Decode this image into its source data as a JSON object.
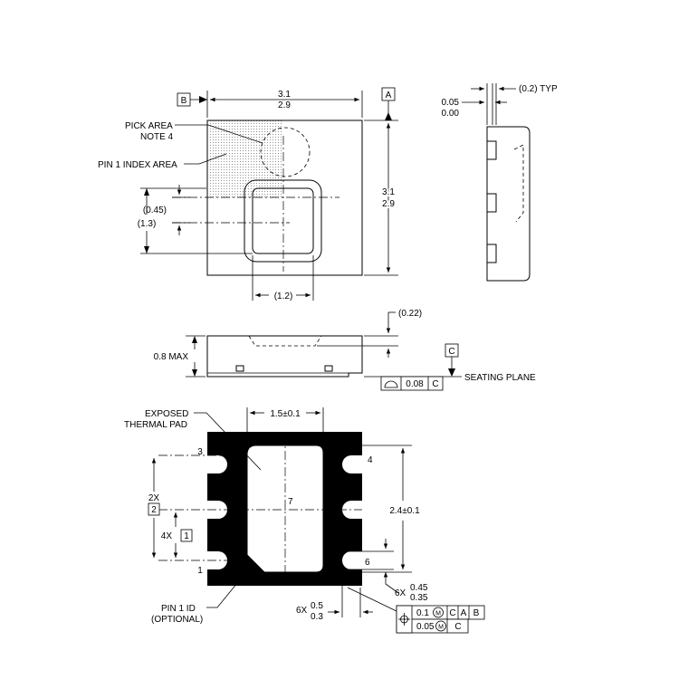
{
  "top_view": {
    "datum_b": "B",
    "datum_a": "A",
    "width_max": "3.1",
    "width_min": "2.9",
    "height_max": "3.1",
    "height_min": "2.9",
    "pick_area_line1": "PICK AREA",
    "pick_area_line2": "NOTE 4",
    "pin1_index_area": "PIN 1 INDEX AREA",
    "dim_045": "(0.45)",
    "dim_13": "(1.3)",
    "dim_12": "(1.2)"
  },
  "side_view": {
    "dim_005": "0.05",
    "dim_000": "0.00",
    "dim_02_typ": "(0.2) TYP"
  },
  "front_view": {
    "height_max": "0.8 MAX",
    "dim_022": "(0.22)",
    "datum_c": "C",
    "seating_plane": "SEATING PLANE",
    "flatness_value": "0.08",
    "flatness_datum": "C"
  },
  "bottom_view": {
    "exposed_pad_line1": "EXPOSED",
    "exposed_pad_line2": "THERMAL PAD",
    "pad_width": "1.5±0.1",
    "pad_height": "2.4±0.1",
    "pin_labels": [
      "3",
      "4",
      "7",
      "1",
      "6"
    ],
    "two_x": "2X",
    "datum_2": "2",
    "four_x": "4X",
    "datum_1": "1",
    "pin1_id_line1": "PIN 1 ID",
    "pin1_id_line2": "(OPTIONAL)",
    "six_x_a": "6X",
    "lead_len_max": "0.45",
    "lead_len_min": "0.35",
    "six_x_b": "6X",
    "lead_w_max": "0.5",
    "lead_w_min": "0.3",
    "pos_tol_1": "0.1",
    "pos_tol_1_m": "M",
    "pos_tol_1_d1": "C",
    "pos_tol_1_d2": "A",
    "pos_tol_1_d3": "B",
    "pos_tol_2": "0.05",
    "pos_tol_2_m": "M",
    "pos_tol_2_d1": "C"
  }
}
